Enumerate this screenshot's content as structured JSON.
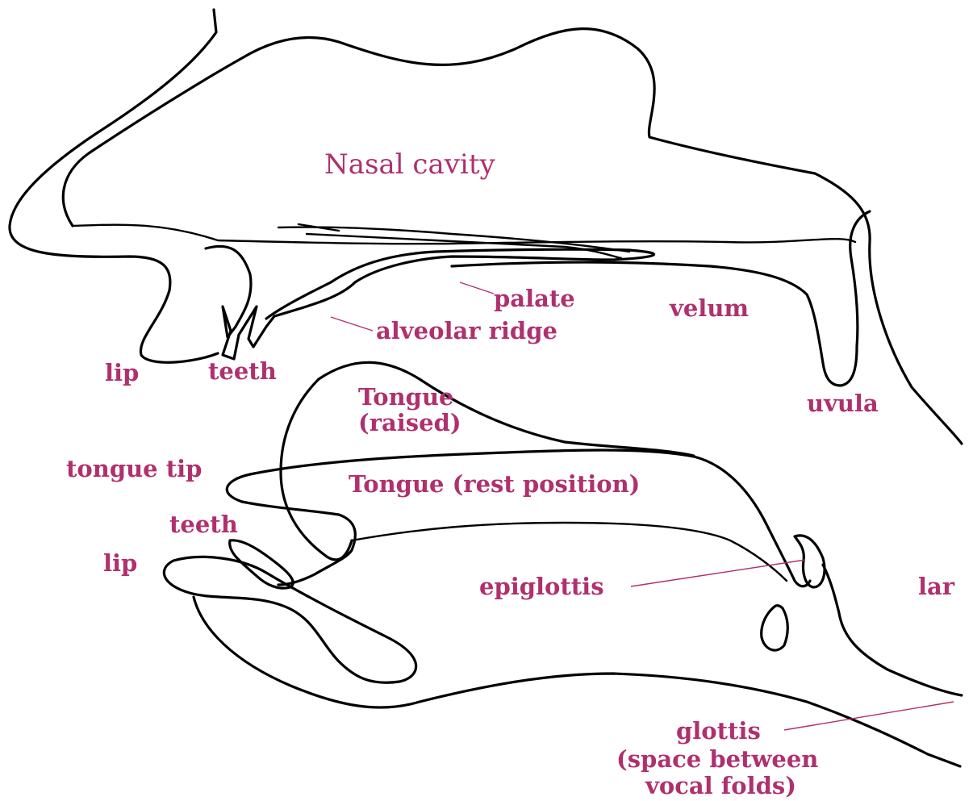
{
  "labels": {
    "nasal_cavity": "Nasal cavity",
    "palate": "palate",
    "velum": "velum",
    "alveolar_ridge": "alveolar ridge",
    "upper_lip": "lip",
    "upper_teeth": "teeth",
    "uvula": "uvula",
    "tongue_raised_line1": "Tongue",
    "tongue_raised_line2": "(raised)",
    "tongue_tip": "tongue tip",
    "tongue_rest": "Tongue (rest position)",
    "lower_teeth": "teeth",
    "lower_lip": "lip",
    "epiglottis": "epiglottis",
    "larynx_partial": "lar",
    "glottis_line1": "glottis",
    "glottis_line2": "(space between",
    "glottis_line3": "vocal folds)"
  },
  "colors": {
    "label": "#b0306e",
    "outline": "#000000",
    "background": "#ffffff"
  }
}
